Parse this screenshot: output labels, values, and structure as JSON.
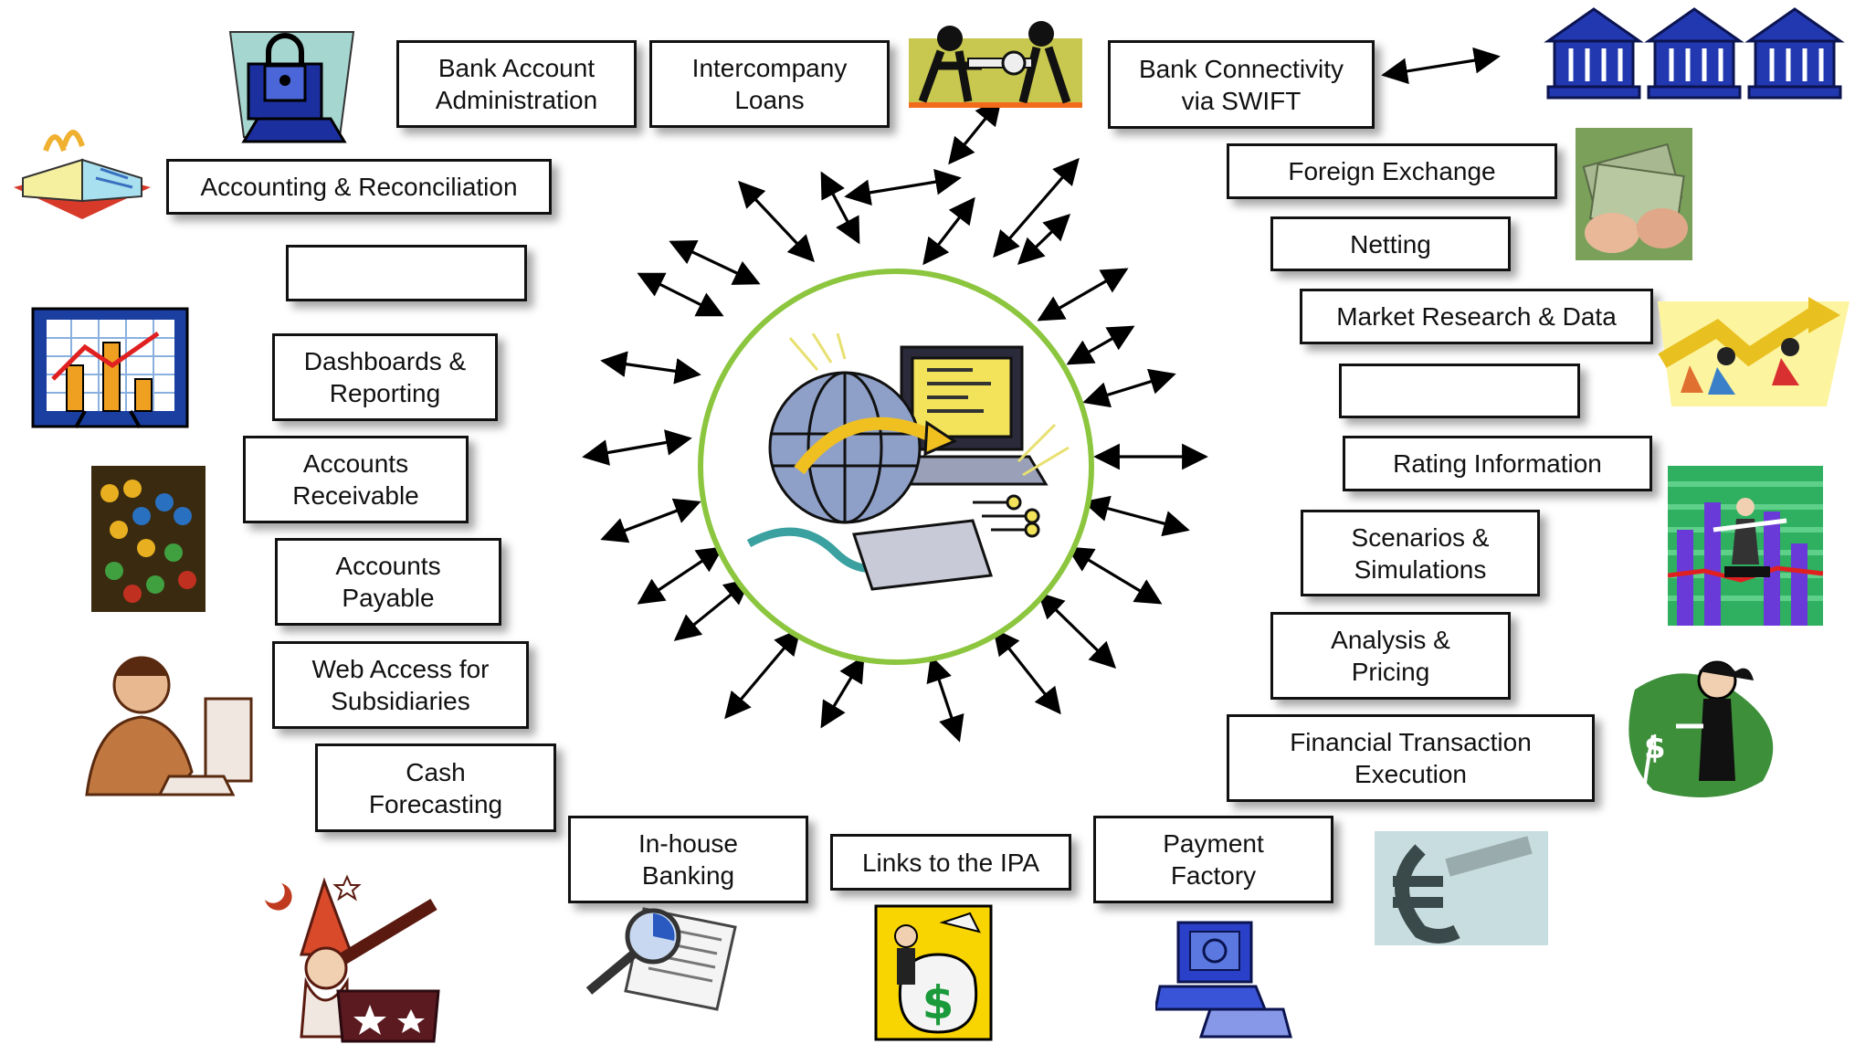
{
  "colors": {
    "hub_ring": "#8cc63f",
    "arrow": "#000000",
    "box_border": "#111111",
    "clipart_blue": "#1c2f9e",
    "clipart_green": "#3d8f3a"
  },
  "boxes": {
    "bank_account_admin": "Bank Account\nAdministration",
    "intercompany_loans": "Intercompany\nLoans",
    "bank_connectivity": "Bank Connectivity\nvia SWIFT",
    "foreign_exchange": "Foreign Exchange",
    "netting": "Netting",
    "market_research": "Market Research & Data",
    "blank_right": "",
    "rating_information": "Rating Information",
    "scenarios": "Scenarios &\nSimulations",
    "analysis_pricing": "Analysis &\nPricing",
    "financial_transaction": "Financial Transaction\nExecution",
    "payment_factory": "Payment\nFactory",
    "links_ipa": "Links to the IPA",
    "inhouse_banking": "In-house\nBanking",
    "cash_forecasting": "Cash\nForecasting",
    "web_access": "Web Access for\nSubsidiaries",
    "accounts_payable": "Accounts\nPayable",
    "accounts_receivable": "Accounts\nReceivable",
    "dashboards": "Dashboards &\nReporting",
    "blank_left": "",
    "accounting": "Accounting & Reconciliation"
  },
  "clipart": {
    "hub": "globe-computer-icon",
    "security": "padlock-computer-icon",
    "keys": "key-carriers-icon",
    "banks": "bank-building-icon",
    "money": "cash-in-hands-icon",
    "growth": "growth-arrow-people-icon",
    "book": "open-book-icon",
    "bar_chart": "bar-chart-board-icon",
    "abacus": "abacus-icon",
    "worker": "office-worker-icon",
    "wizard": "wizard-telescope-icon",
    "magnifier": "magnifier-document-icon",
    "money_bag": "money-bag-icon",
    "terminal": "computer-terminal-icon",
    "euro": "euro-sign-icon",
    "gardener": "money-plant-icon",
    "trend": "trend-chart-icon"
  }
}
